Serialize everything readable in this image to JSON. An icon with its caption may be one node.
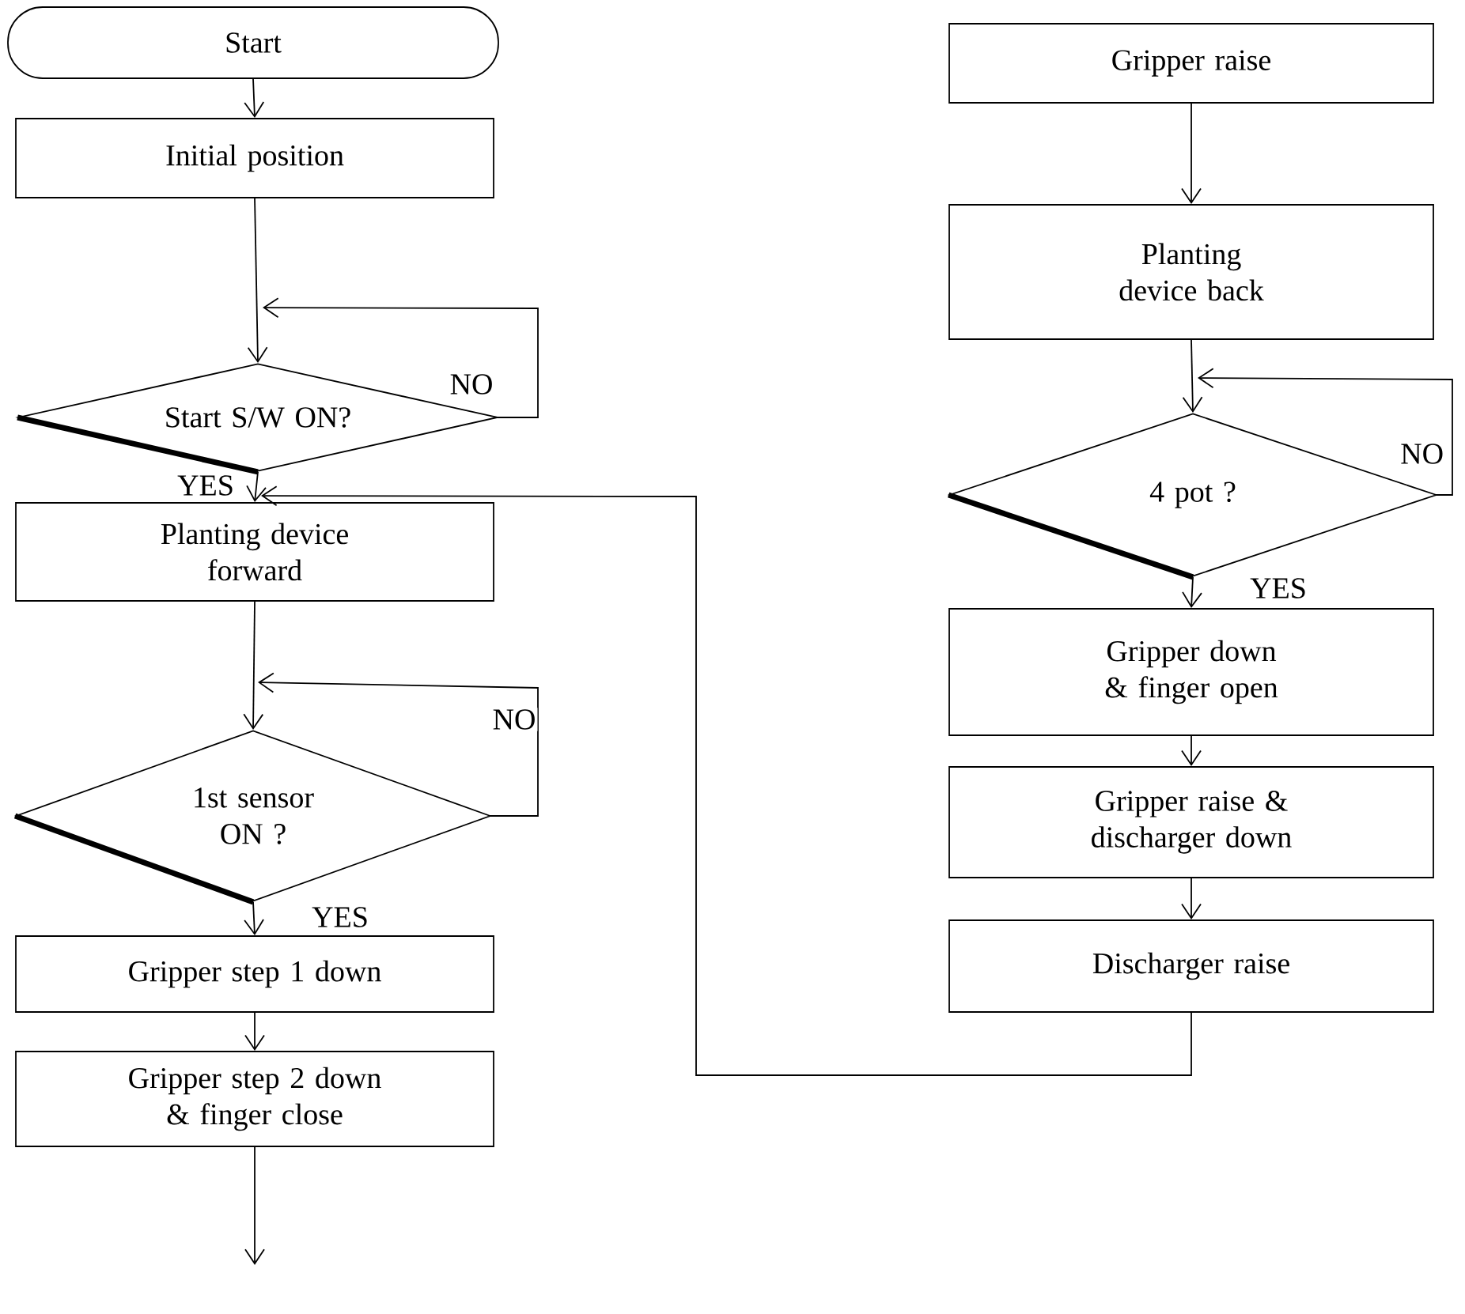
{
  "diagram": {
    "nodes": [
      {
        "text": [
          "Start"
        ]
      },
      {
        "text": [
          "Initial position"
        ]
      },
      {
        "text": [
          "Start S/W ON?"
        ]
      },
      {
        "text": [
          "Planting device forward"
        ]
      },
      {
        "text": [
          "1st sensor ON ?"
        ]
      },
      {
        "text": [
          "Gripper step 1 down"
        ]
      },
      {
        "text": [
          "Gripper step 2 down & finger close"
        ]
      },
      {
        "text": [
          "Gripper raise"
        ]
      },
      {
        "text": [
          "Planting device back"
        ]
      },
      {
        "text": [
          "4 pot ?"
        ]
      },
      {
        "text": [
          "Gripper down & finger open"
        ]
      },
      {
        "text": [
          "Gripper raise & discharger down"
        ]
      },
      {
        "text": [
          "Discharger raise"
        ]
      }
    ],
    "edges": [
      {
        "from": 0,
        "to": 1,
        "arrow": "to"
      },
      {
        "from": 1,
        "to": 2,
        "arrow": "to"
      },
      {
        "from": 2,
        "to": 2,
        "arrow": "to",
        "label": "NO"
      },
      {
        "from": 2,
        "to": 3,
        "arrow": "to",
        "label": "YES"
      },
      {
        "from": 3,
        "to": 4,
        "arrow": "to"
      },
      {
        "from": 4,
        "to": 4,
        "arrow": "to",
        "label": "NO"
      },
      {
        "from": 4,
        "to": 5,
        "arrow": "to",
        "label": "YES"
      },
      {
        "from": 5,
        "to": 6,
        "arrow": "to"
      },
      {
        "from": 6,
        "to": null,
        "arrow": "to"
      },
      {
        "from": 7,
        "to": 8,
        "arrow": "to"
      },
      {
        "from": 8,
        "to": 9,
        "arrow": "to"
      },
      {
        "from": 9,
        "to": 9,
        "arrow": "to",
        "label": "NO"
      },
      {
        "from": 9,
        "to": 10,
        "arrow": "to",
        "label": "YES"
      },
      {
        "from": 10,
        "to": 11,
        "arrow": "to"
      },
      {
        "from": 11,
        "to": 12,
        "arrow": "to"
      },
      {
        "from": 12,
        "to": 3,
        "arrow": "to"
      }
    ]
  }
}
